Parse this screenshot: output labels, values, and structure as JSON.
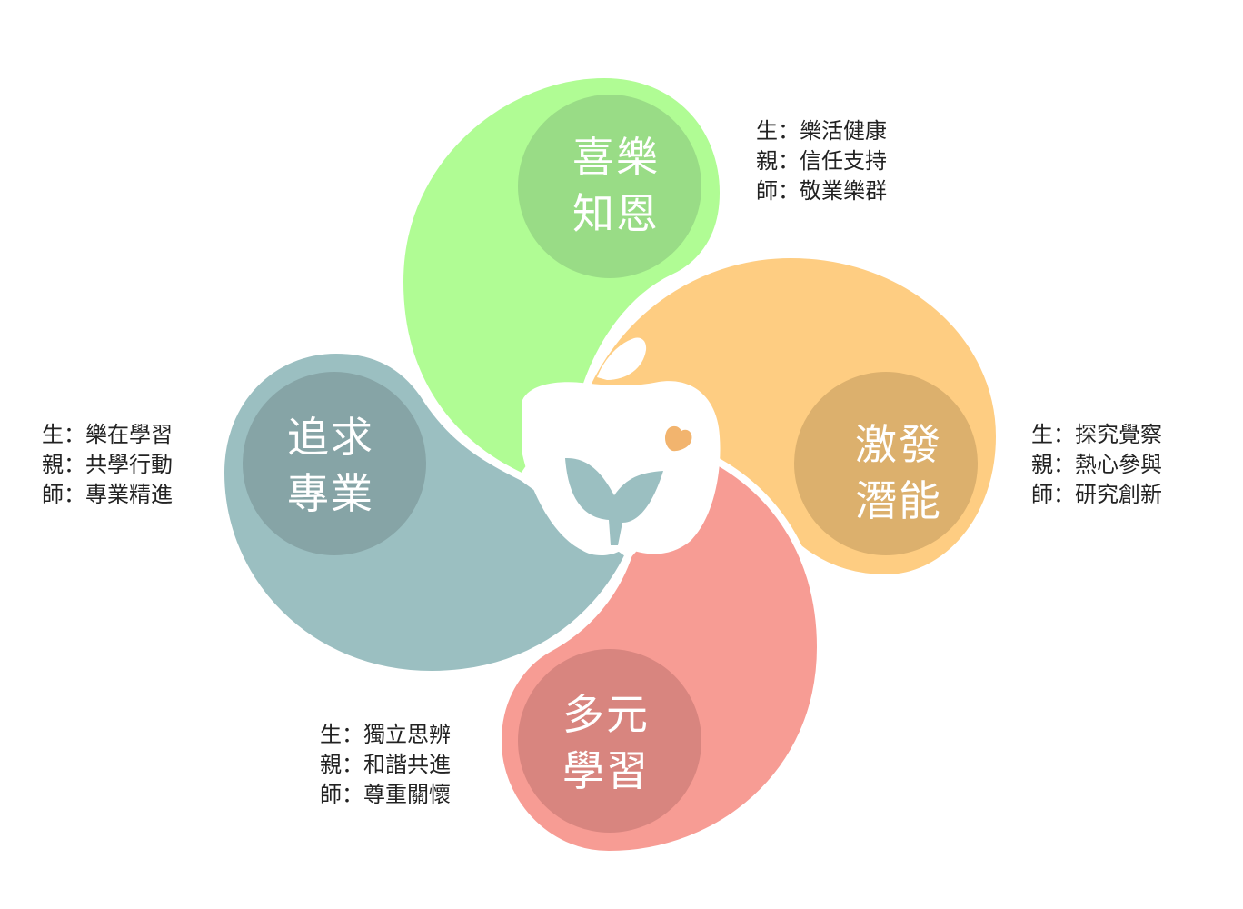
{
  "colors": {
    "green": "#b0fc94",
    "green_inner": "#99dc86",
    "orange": "#fecd82",
    "orange_inner": "#dcb06d",
    "pink": "#f79c94",
    "pink_inner": "#d8857f",
    "teal": "#9bbfc1",
    "teal_inner": "#86a4a6",
    "heart": "#f2b46e"
  },
  "petals": [
    {
      "id": "green",
      "title": [
        "喜樂",
        "知恩"
      ],
      "lines": [
        "生：樂活健康",
        "親：信任支持",
        "師：敬業樂群"
      ]
    },
    {
      "id": "orange",
      "title": [
        "激發",
        "潛能"
      ],
      "lines": [
        "生：探究覺察",
        "親：熱心參與",
        "師：研究創新"
      ]
    },
    {
      "id": "pink",
      "title": [
        "多元",
        "學習"
      ],
      "lines": [
        "生：獨立思辨",
        "親：和諧共進",
        "師：尊重關懷"
      ]
    },
    {
      "id": "teal",
      "title": [
        "追求",
        "專業"
      ],
      "lines": [
        "生：樂在學習",
        "親：共學行動",
        "師：專業精進"
      ]
    }
  ]
}
